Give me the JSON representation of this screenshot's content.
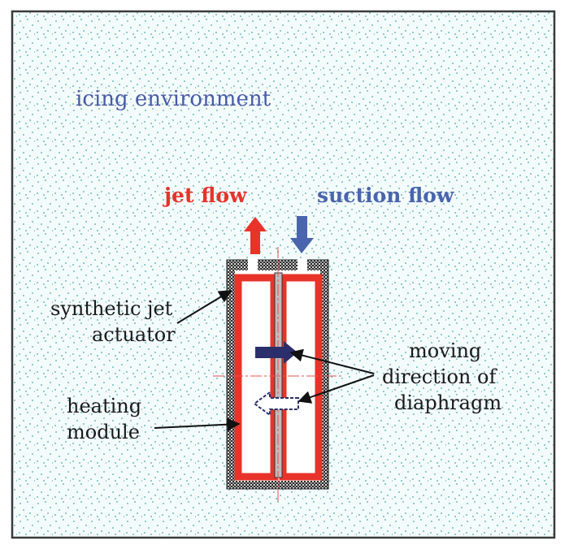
{
  "environment": {
    "label": "icing environment",
    "color_label": "#4a5aa8",
    "color_background": "#f4fbfb",
    "color_speckle": "#7fc4c4",
    "color_border": "#3a3a3a"
  },
  "flows": {
    "jet_label": "jet flow",
    "jet_color": "#e8332a",
    "suction_label": "suction flow",
    "suction_color": "#4a64ad"
  },
  "callouts": {
    "actuator_line1": "synthetic jet",
    "actuator_line2": "actuator",
    "diaphragm_line1": "moving",
    "diaphragm_line2": "direction of",
    "diaphragm_line3": "diaphragm",
    "heating_line1": "heating",
    "heating_line2": "module",
    "text_color": "#1a1a1a"
  },
  "device": {
    "heater_color": "#e8332a",
    "diaphragm_arrow_color": "#2a2f6b",
    "centerline_color": "#e85050"
  }
}
